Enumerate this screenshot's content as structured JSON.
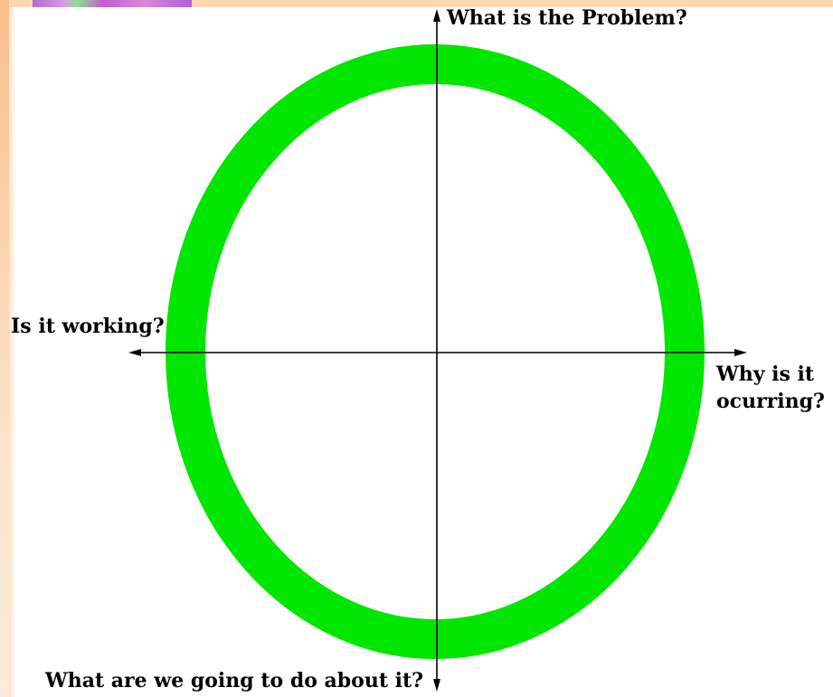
{
  "diagram": {
    "labels": {
      "top": "What is the Problem?",
      "left": "Is it working?",
      "right": "Why is it ocurring?",
      "bottom": "What are we going to do about it?"
    },
    "colors": {
      "ring": "#00e600",
      "axes": "#000000",
      "background": "#ffffff"
    }
  }
}
